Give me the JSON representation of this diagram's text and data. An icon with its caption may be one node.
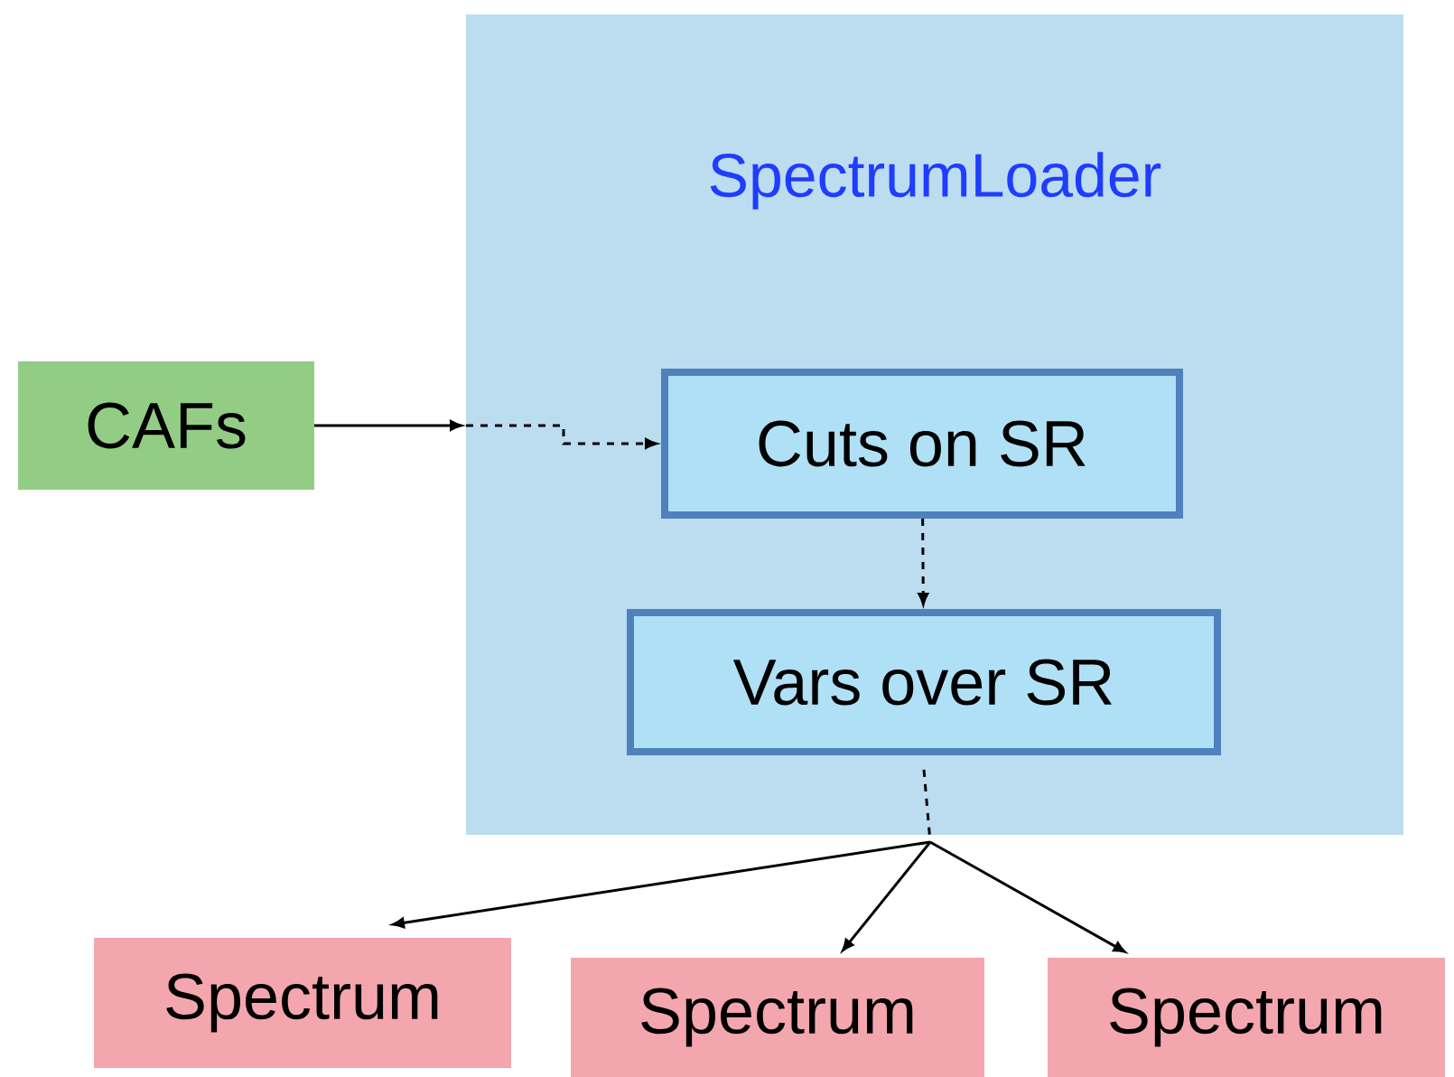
{
  "diagram": {
    "nodes": [
      {
        "text": [
          "SpectrumLoader"
        ]
      },
      {
        "text": [
          "CAFs"
        ]
      },
      {
        "text": [
          "Cuts on SR"
        ],
        "in": 0
      },
      {
        "text": [
          "Vars over SR"
        ],
        "in": 0
      },
      {
        "text": [
          "Spectrum"
        ]
      },
      {
        "text": [
          "Spectrum"
        ]
      },
      {
        "text": [
          "Spectrum"
        ]
      }
    ],
    "edges": [
      {
        "from": 1,
        "to": 0,
        "arrow": "to"
      },
      {
        "from": 0,
        "to": 2,
        "arrow": "to",
        "style": "dashed"
      },
      {
        "from": 2,
        "to": 3,
        "arrow": "to",
        "style": "dashed"
      },
      {
        "from": 3,
        "to": 4,
        "arrow": "to"
      },
      {
        "from": 3,
        "to": 5,
        "arrow": "to"
      },
      {
        "from": 3,
        "to": 6,
        "arrow": "to"
      }
    ]
  }
}
